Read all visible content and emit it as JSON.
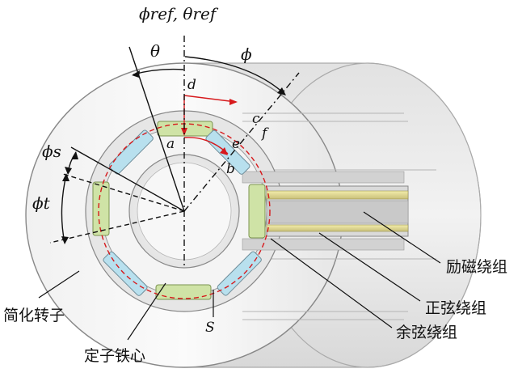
{
  "labels": {
    "ref_axis": "ϕref, θref",
    "theta": "θ",
    "phi": "ϕ",
    "phi_s": "ϕs",
    "phi_t": "ϕt",
    "point_a": "a",
    "point_b": "b",
    "point_c": "c",
    "point_d": "d",
    "point_e": "e",
    "point_f": "f",
    "surface_S": "S"
  },
  "callouts": {
    "excitation_winding": "励磁绕组",
    "sine_winding": "正弦绕组",
    "cosine_winding": "余弦绕组",
    "simplified_rotor": "简化转子",
    "stator_core": "定子铁心"
  },
  "colors": {
    "path_red": "#d7191c",
    "tooth_coil": "#b8e0ee",
    "excitation_coil": "#cfe3a6",
    "winding_rod": "#e3dc8a"
  }
}
